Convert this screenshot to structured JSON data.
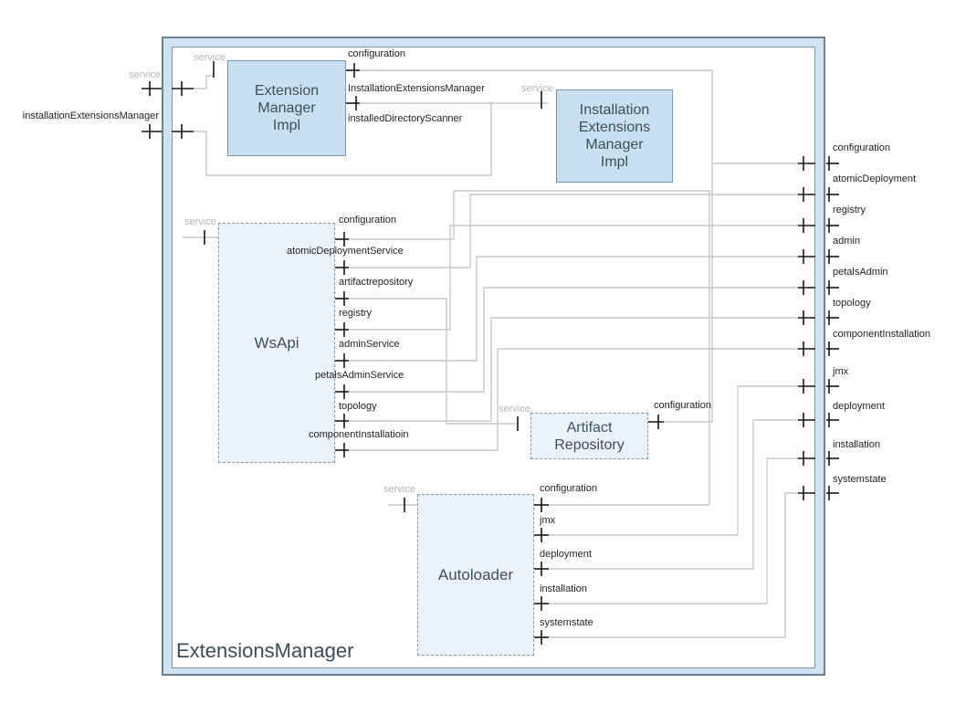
{
  "frame": {
    "title": "ExtensionsManager"
  },
  "left_ports": [
    {
      "label": "service"
    },
    {
      "label": "installationExtensionsManager"
    }
  ],
  "right_ports": [
    {
      "label": "configuration"
    },
    {
      "label": "atomicDeployment"
    },
    {
      "label": "registry"
    },
    {
      "label": "admin"
    },
    {
      "label": "petalsAdmin"
    },
    {
      "label": "topology"
    },
    {
      "label": "componentInstallation"
    },
    {
      "label": "jmx"
    },
    {
      "label": "deployment"
    },
    {
      "label": "installation"
    },
    {
      "label": "systemstate"
    }
  ],
  "components": {
    "extension_manager_impl": {
      "line1": "Extension",
      "line2": "Manager",
      "line3": "Impl",
      "service": "service",
      "ports": {
        "p1": "configuration",
        "p2": "InstallationExtensionsManager",
        "p3": "installedDirectoryScanner"
      }
    },
    "installation_extensions_manager_impl": {
      "line1": "Installation",
      "line2": "Extensions",
      "line3": "Manager",
      "line4": "Impl",
      "service": "service"
    },
    "ws_api": {
      "name": "WsApi",
      "service": "service",
      "ports": {
        "p1": "configuration",
        "p2": "atomicDeploymentService",
        "p3": "artifactrepository",
        "p4": "registry",
        "p5": "adminService",
        "p6": "petalsAdminService",
        "p7": "topology",
        "p8": "componentInstallatioin"
      }
    },
    "artifact_repository": {
      "line1": "Artifact",
      "line2": "Repository",
      "service": "service",
      "ports": {
        "p1": "configuration"
      }
    },
    "autoloader": {
      "name": "Autoloader",
      "service": "service",
      "ports": {
        "p1": "configuration",
        "p2": "jmx",
        "p3": "deployment",
        "p4": "installation",
        "p5": "systemstate"
      }
    }
  },
  "colors": {
    "frame_band": "#cfe3f1",
    "frame_line": "#6f8191",
    "solid_fill": "#c9e0f0",
    "solid_border": "#7e96ab",
    "dashed_fill": "#eaf3fb",
    "dashed_border": "#8899a7",
    "wire": "#c7c7c7",
    "port": "#151515",
    "muted_text": "#b3b3b3",
    "text": "#1f1f1f",
    "component_text": "#3d4e5c"
  }
}
